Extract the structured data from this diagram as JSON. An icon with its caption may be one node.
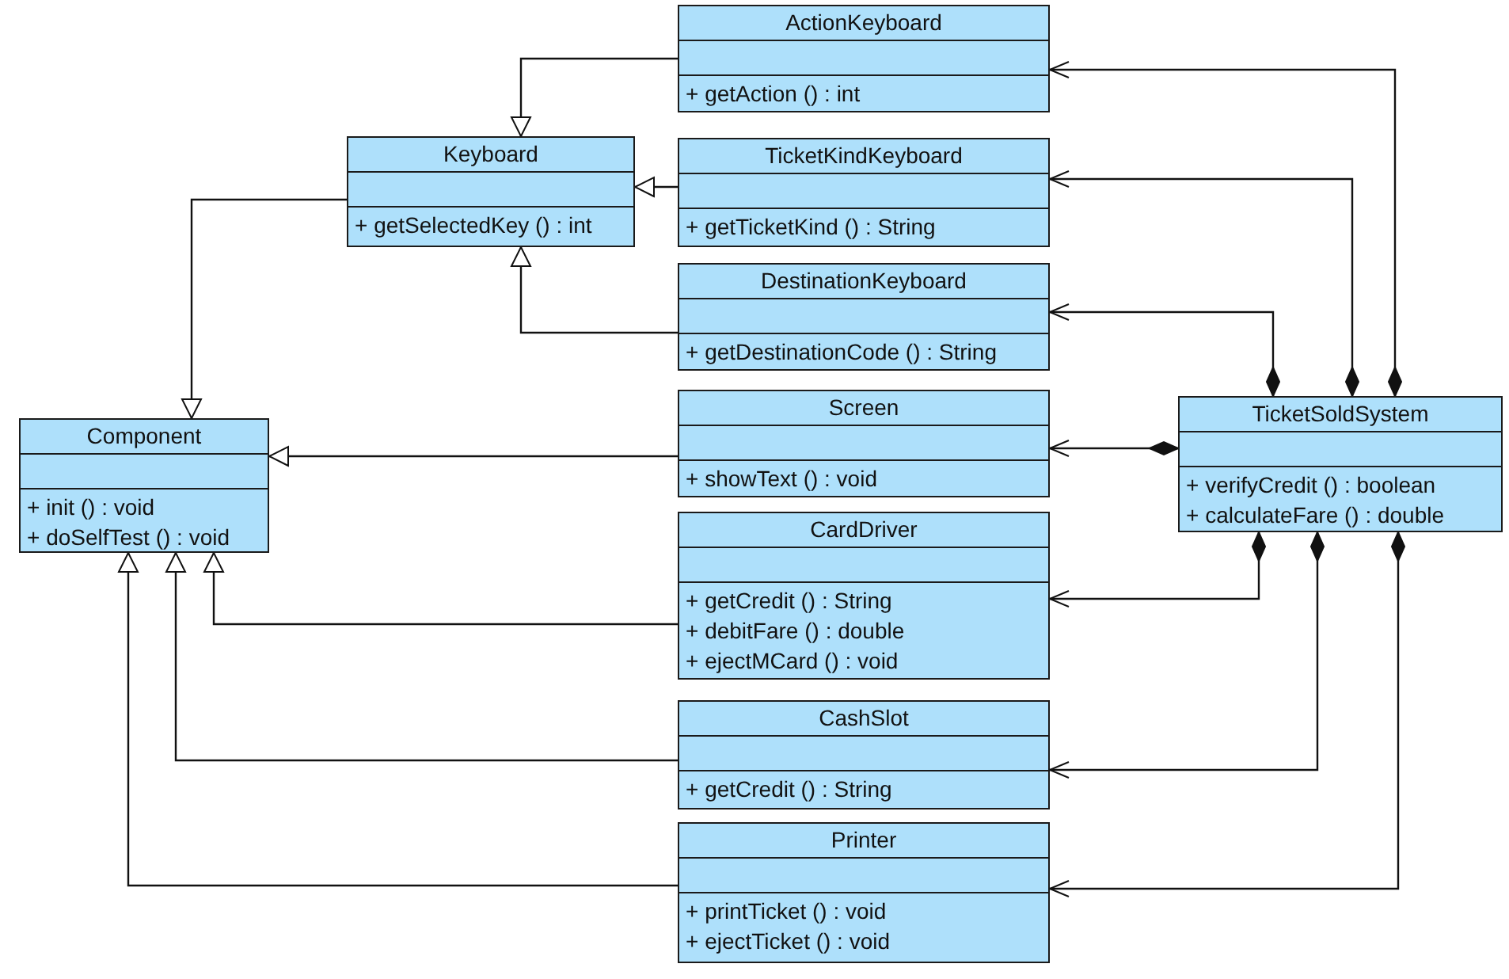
{
  "diagram": {
    "nodes": [
      {
        "text": [
          "ActionKeyboard",
          "+ getAction () : int"
        ]
      },
      {
        "text": [
          "Keyboard",
          "+ getSelectedKey () : int"
        ]
      },
      {
        "text": [
          "TicketKindKeyboard",
          "+ getTicketKind () : String"
        ]
      },
      {
        "text": [
          "DestinationKeyboard",
          "+ getDestinationCode () : String"
        ]
      },
      {
        "text": [
          "Component",
          "+ init () : void",
          "+ doSelfTest () : void"
        ]
      },
      {
        "text": [
          "Screen",
          "+ showText () : void"
        ]
      },
      {
        "text": [
          "CardDriver",
          "+ getCredit () : String",
          "+ debitFare () : double",
          "+ ejectMCard () : void"
        ]
      },
      {
        "text": [
          "CashSlot",
          "+ getCredit () : String"
        ]
      },
      {
        "text": [
          "Printer",
          "+ printTicket () : void",
          "+ ejectTicket () : void"
        ]
      },
      {
        "text": [
          "TicketSoldSystem",
          "+ verifyCredit () : boolean",
          "+ calculateFare () : double"
        ]
      }
    ],
    "edges": [
      {
        "from": 0,
        "to": 1,
        "arrow": "to"
      },
      {
        "from": 2,
        "to": 1,
        "arrow": "to"
      },
      {
        "from": 3,
        "to": 1,
        "arrow": "to"
      },
      {
        "from": 1,
        "to": 4,
        "arrow": "to"
      },
      {
        "from": 5,
        "to": 4,
        "arrow": "to"
      },
      {
        "from": 6,
        "to": 4,
        "arrow": "to"
      },
      {
        "from": 7,
        "to": 4,
        "arrow": "to"
      },
      {
        "from": 8,
        "to": 4,
        "arrow": "to"
      },
      {
        "from": 9,
        "to": 0,
        "arrow": "to"
      },
      {
        "from": 9,
        "to": 2,
        "arrow": "to"
      },
      {
        "from": 9,
        "to": 3,
        "arrow": "to"
      },
      {
        "from": 9,
        "to": 5,
        "arrow": "to"
      },
      {
        "from": 9,
        "to": 6,
        "arrow": "to"
      },
      {
        "from": 9,
        "to": 7,
        "arrow": "to"
      },
      {
        "from": 9,
        "to": 8,
        "arrow": "to"
      }
    ]
  }
}
